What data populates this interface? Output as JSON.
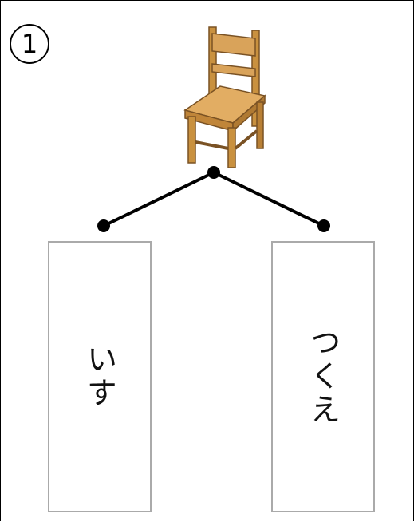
{
  "question": {
    "number": "1"
  },
  "picture": {
    "icon": "wooden-chair-icon"
  },
  "choices": [
    {
      "text": "いす"
    },
    {
      "text": "つくえ"
    }
  ],
  "colors": {
    "line": "#000000",
    "box_border": "#aaaaaa",
    "chair_wood": "#d9a35a",
    "chair_dark": "#9a6a2e"
  }
}
